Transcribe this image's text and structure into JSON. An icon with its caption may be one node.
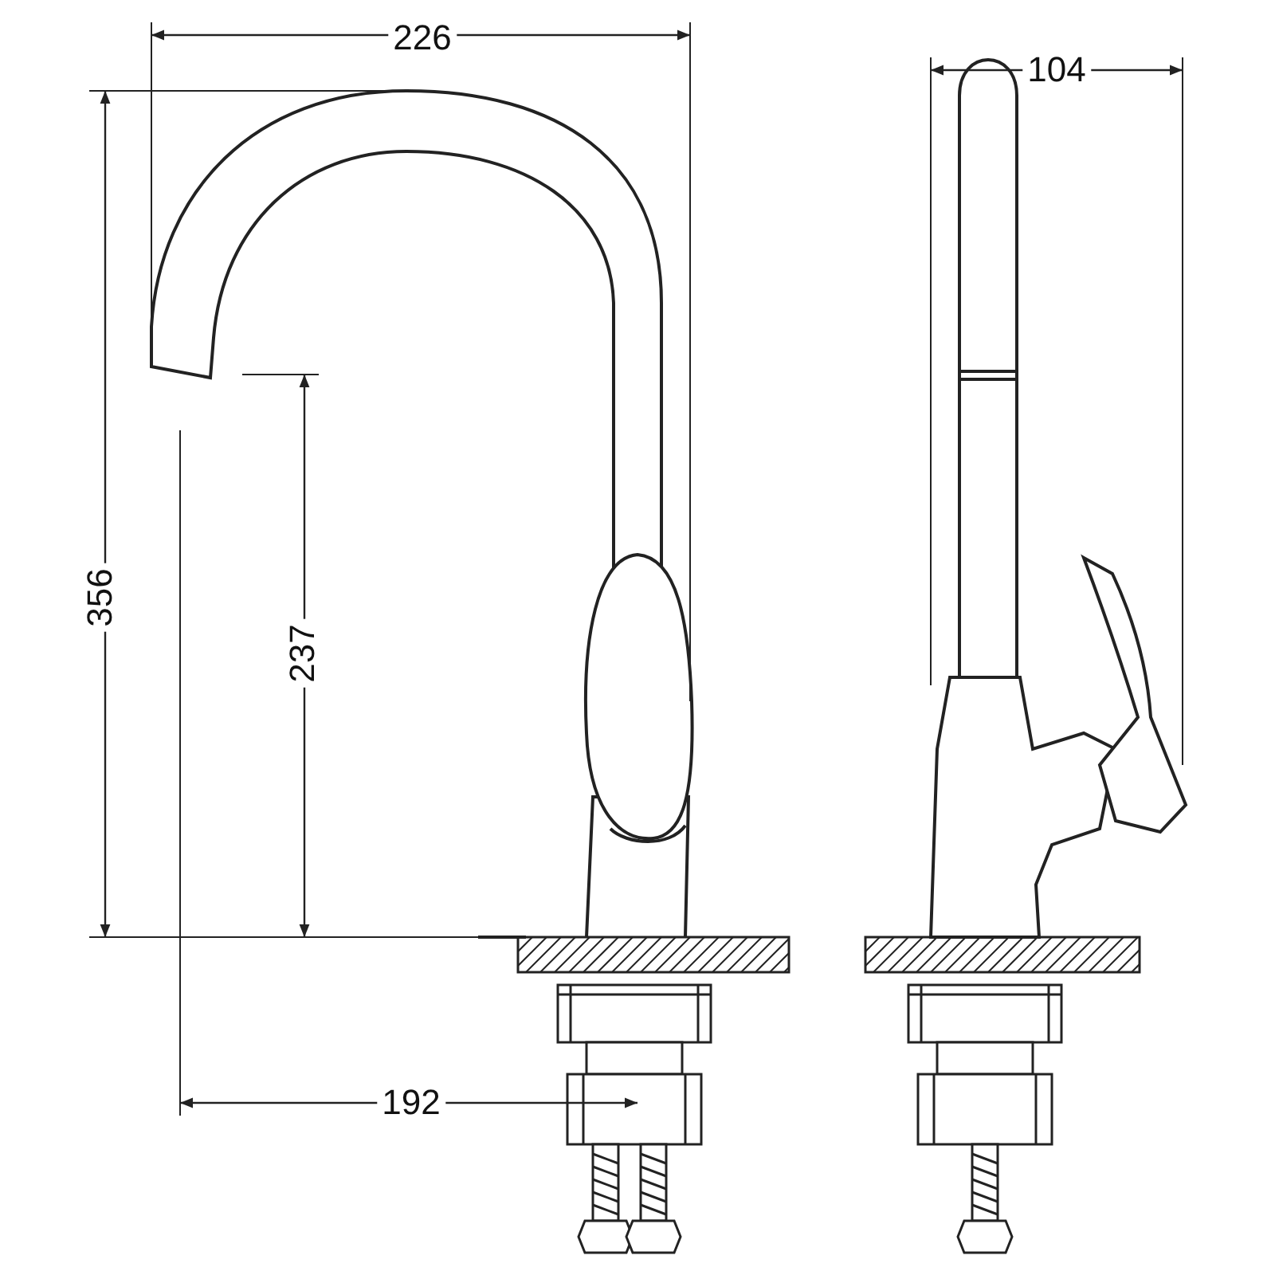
{
  "diagram": {
    "labels": [
      "226",
      "104",
      "356",
      "237",
      "192"
    ]
  }
}
